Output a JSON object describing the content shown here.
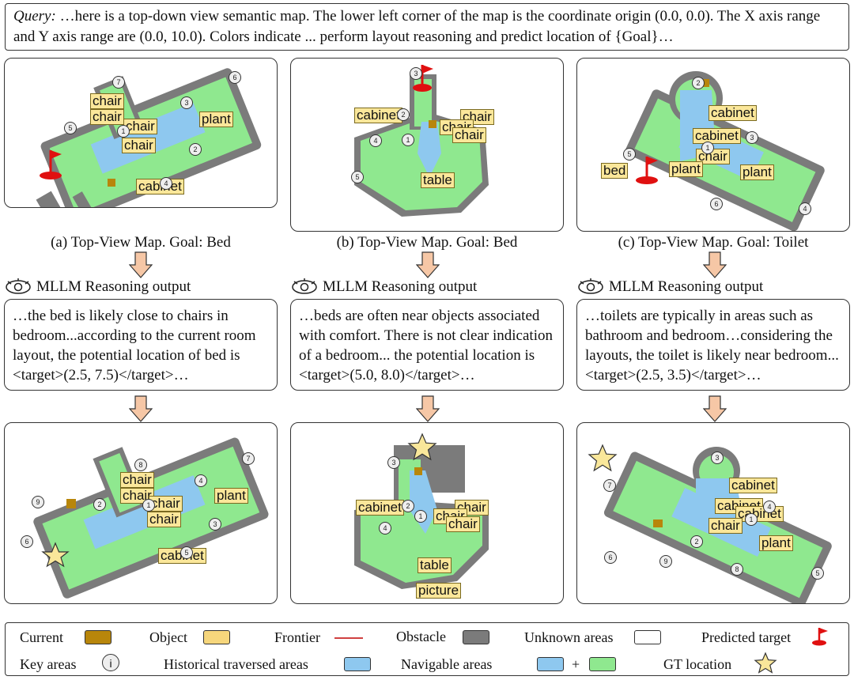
{
  "query": {
    "prefix": "Query:",
    "text": " …here is a top-down view semantic map. The lower left corner of the map is the coordinate origin (0.0, 0.0). The X axis range and Y axis range are (0.0, 10.0). Colors indicate ... perform layout reasoning and predict location of {Goal}…"
  },
  "columns": [
    {
      "caption": "(a) Top-View Map. Goal: Bed",
      "output_title": "MLLM Reasoning output",
      "output_text": "…the bed is likely close to chairs in bedroom...according to the current room layout, the potential location of bed is <target>(2.5, 7.5)</target>…",
      "top_labels": [
        "chair",
        "chair",
        "chair",
        "chair",
        "plant",
        "cabinet"
      ],
      "top_keys": [
        "1",
        "2",
        "3",
        "4",
        "5",
        "6",
        "7"
      ],
      "bottom_labels": [
        "chair",
        "chair",
        "chair",
        "chair",
        "plant",
        "cabinet"
      ],
      "bottom_keys": [
        "1",
        "2",
        "3",
        "4",
        "5",
        "6",
        "7",
        "8",
        "9"
      ]
    },
    {
      "caption": "(b) Top-View Map. Goal: Bed",
      "output_title": "MLLM Reasoning output",
      "output_text": "…beds are often near objects associated with comfort. There is not clear indication of a bedroom... the potential location is <target>(5.0, 8.0)</target>…",
      "top_labels": [
        "cabinet",
        "chair",
        "chair",
        "chair",
        "table"
      ],
      "top_keys": [
        "1",
        "2",
        "3",
        "4",
        "5"
      ],
      "bottom_labels": [
        "cabinet",
        "chair",
        "chair",
        "chair",
        "table",
        "picture"
      ],
      "bottom_keys": [
        "1",
        "2",
        "3",
        "4"
      ]
    },
    {
      "caption": "(c) Top-View Map. Goal: Toilet",
      "output_title": "MLLM Reasoning output",
      "output_text": "…toilets are typically in areas such as bathroom and bedroom…considering the layouts, the toilet is likely near bedroom...<target>(2.5, 3.5)</target>…",
      "top_labels": [
        "cabinet",
        "cabinet",
        "chair",
        "plant",
        "plant",
        "bed"
      ],
      "top_keys": [
        "1",
        "2",
        "3",
        "4",
        "5",
        "6"
      ],
      "bottom_labels": [
        "cabinet",
        "cabinet",
        "cabinet",
        "chair",
        "plant"
      ],
      "bottom_keys": [
        "1",
        "2",
        "3",
        "4",
        "5",
        "6",
        "7",
        "8",
        "9"
      ]
    }
  ],
  "legend": {
    "current": "Current",
    "object": "Object",
    "frontier": "Frontier",
    "obstacle": "Obstacle",
    "unknown": "Unknown areas",
    "predicted": "Predicted target",
    "key_areas": "Key areas",
    "key_symbol": "i",
    "historical": "Historical traversed areas",
    "navigable": "Navigable areas",
    "plus": "+",
    "gt": "GT location"
  },
  "colors": {
    "navigable": "#8fe88f",
    "historical": "#8ec8ef",
    "obstacle": "#7b7b7b",
    "current": "#b8860b",
    "object": "#f6d67c",
    "frontier": "#d04040",
    "target": "#e01010",
    "star": "#f9e79a"
  }
}
